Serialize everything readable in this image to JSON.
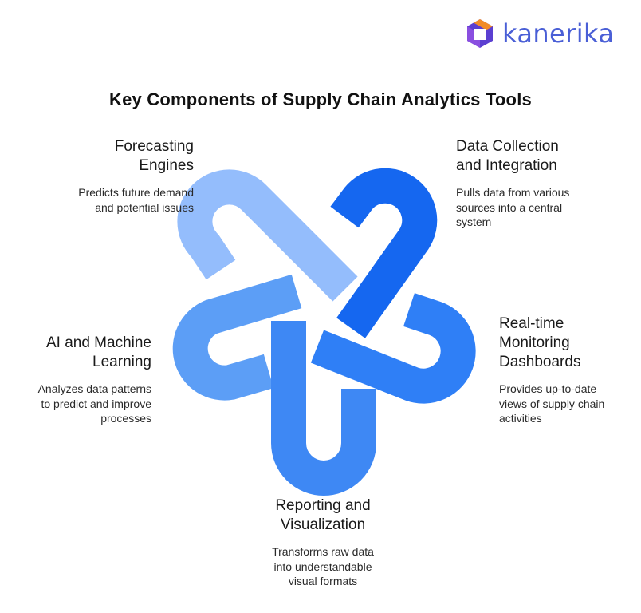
{
  "brand": {
    "name": "kanerika"
  },
  "title": "Key Components of Supply Chain Analytics Tools",
  "colors": {
    "link_light": "#94bdfc",
    "link_dark": "#1567f0",
    "link_right": "#2f7ff6",
    "link_left": "#5c9ef6",
    "link_bottom": "#3e88f4",
    "logo_purple": "#5b3fd1",
    "logo_violet": "#8a4fe0",
    "logo_orange": "#f28c28",
    "logo_text": "#4a5fd6"
  },
  "components": [
    {
      "id": "forecasting",
      "title_lines": [
        "Forecasting",
        "Engines"
      ],
      "desc_lines": [
        "Predicts future demand",
        "and potential issues"
      ]
    },
    {
      "id": "data-collection",
      "title_lines": [
        "Data Collection",
        "and Integration"
      ],
      "desc_lines": [
        "Pulls data from various",
        "sources into a central",
        "system"
      ]
    },
    {
      "id": "ai-ml",
      "title_lines": [
        "AI and Machine",
        "Learning"
      ],
      "desc_lines": [
        "Analyzes data patterns",
        "to predict and improve",
        "processes"
      ]
    },
    {
      "id": "real-time",
      "title_lines": [
        "Real-time",
        "Monitoring",
        "Dashboards"
      ],
      "desc_lines": [
        "Provides up-to-date",
        "views of supply chain",
        "activities"
      ]
    },
    {
      "id": "reporting",
      "title_lines": [
        "Reporting and",
        "Visualization"
      ],
      "desc_lines": [
        "Transforms raw data",
        "into understandable",
        "visual formats"
      ]
    }
  ]
}
